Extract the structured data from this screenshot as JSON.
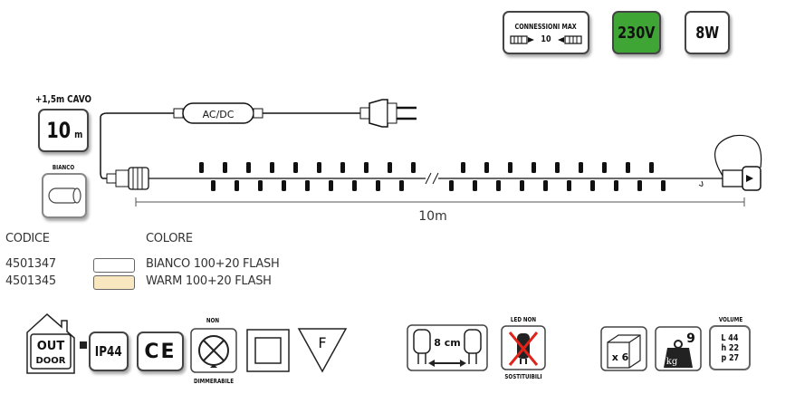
{
  "header_badges": {
    "connections_title": "CONNESSIONI MAX",
    "connections_value": "10",
    "voltage": "230V",
    "voltage_color": "#3fa535",
    "power": "8W"
  },
  "product": {
    "cable_label": "+1,5m CAVO",
    "cable_length": "10",
    "cable_length_unit": "m",
    "wire_color_label": "BIANCO",
    "adapter_label": "AC/DC",
    "string_length": "10m"
  },
  "table": {
    "code_header": "CODICE",
    "color_header": "COLORE",
    "rows": [
      {
        "code": "4501347",
        "color_name": "BIANCO 100+20 FLASH",
        "swatch": "#ffffff"
      },
      {
        "code": "4501345",
        "color_name": "WARM 100+20 FLASH",
        "swatch": "#f8e7bf"
      }
    ]
  },
  "footer_icons": {
    "outdoor_top": "OUT",
    "outdoor_bottom": "DOOR",
    "ip_rating": "IP44",
    "ce": "CE",
    "dimmable_top": "NON",
    "dimmable_bottom": "DIMMERABILE",
    "f_mark": "F",
    "spacing": "8 cm",
    "led_top": "LED NON",
    "led_bottom": "SOSTITUIBILI",
    "pack_qty": "x 6",
    "weight_value": "9",
    "weight_unit": "kg",
    "volume_title": "VOLUME",
    "volume_l": "L 44",
    "volume_h": "h 22",
    "volume_p": "p 27"
  }
}
